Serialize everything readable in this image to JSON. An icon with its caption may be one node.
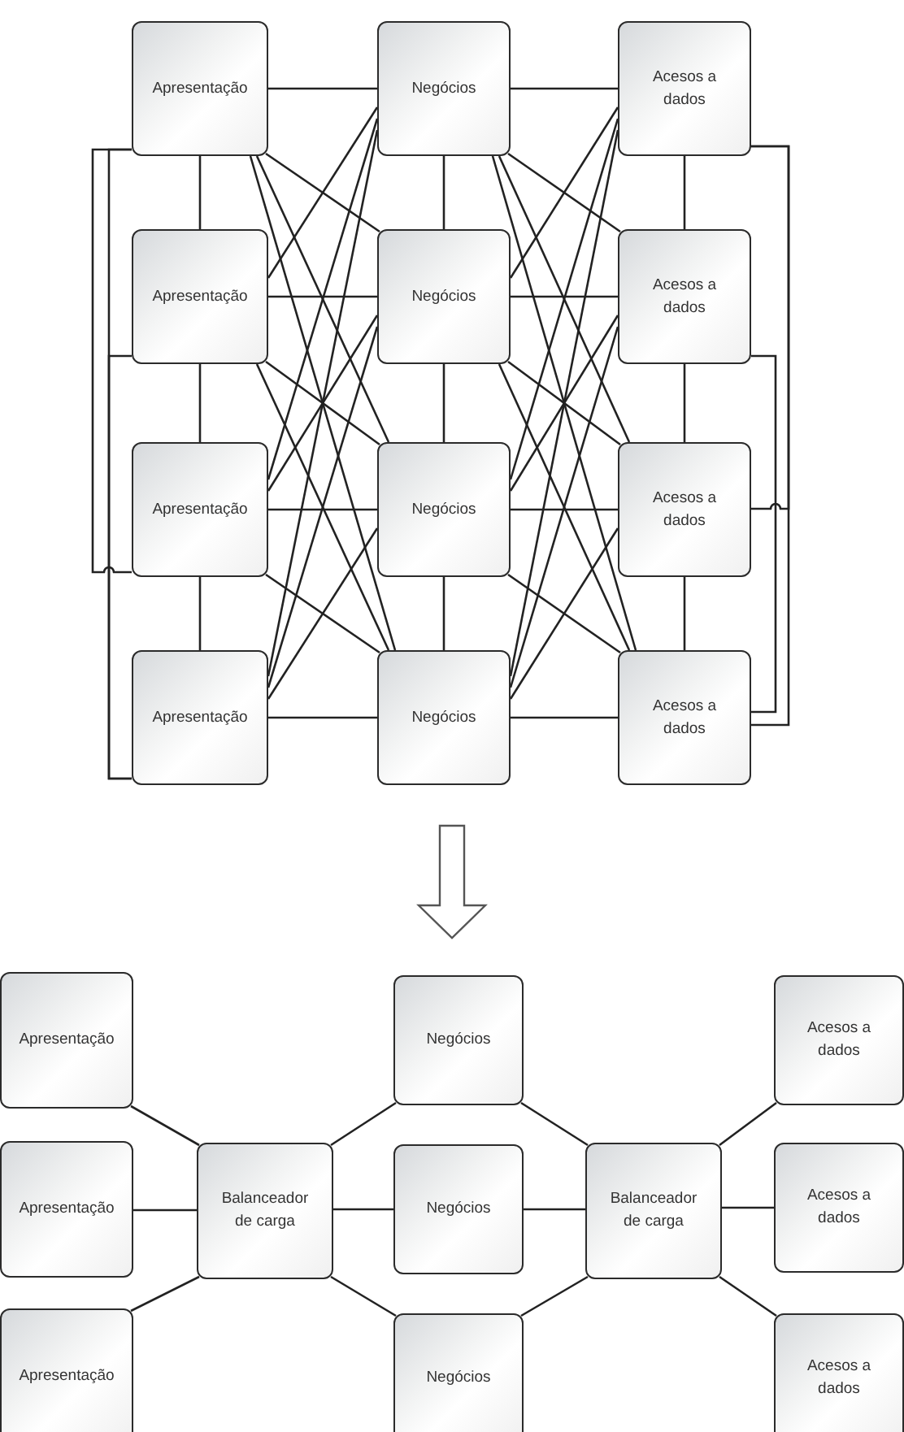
{
  "diagram": {
    "nodes": [
      {
        "text": [
          "Apresentação"
        ]
      },
      {
        "text": [
          "Negócios"
        ]
      },
      {
        "text": [
          "Acesos a dados"
        ]
      },
      {
        "text": [
          "Apresentação"
        ]
      },
      {
        "text": [
          "Negócios"
        ]
      },
      {
        "text": [
          "Acesos a dados"
        ]
      },
      {
        "text": [
          "Apresentação"
        ]
      },
      {
        "text": [
          "Negócios"
        ]
      },
      {
        "text": [
          "Acesos a dados"
        ]
      },
      {
        "text": [
          "Apresentação"
        ]
      },
      {
        "text": [
          "Negócios"
        ]
      },
      {
        "text": [
          "Acesos a dados"
        ]
      },
      {
        "text": [
          "Apresentação"
        ]
      },
      {
        "text": [
          "Negócios"
        ]
      },
      {
        "text": [
          "Acesos a dados"
        ]
      },
      {
        "text": [
          "Apresentação"
        ]
      },
      {
        "text": [
          "Balanceador de carga"
        ]
      },
      {
        "text": [
          "Negócios"
        ]
      },
      {
        "text": [
          "Balanceador de carga"
        ]
      },
      {
        "text": [
          "Acesos a dados"
        ]
      },
      {
        "text": [
          "Apresentação"
        ]
      },
      {
        "text": [
          "Negócios"
        ]
      },
      {
        "text": [
          "Acesos a dados"
        ]
      }
    ],
    "edges": [
      {
        "from": 0,
        "to": 3,
        "arrow": "none"
      },
      {
        "from": 3,
        "to": 6,
        "arrow": "none"
      },
      {
        "from": 6,
        "to": 9,
        "arrow": "none"
      },
      {
        "from": 0,
        "to": 6,
        "arrow": "none"
      },
      {
        "from": 0,
        "to": 9,
        "arrow": "none"
      },
      {
        "from": 3,
        "to": 9,
        "arrow": "none"
      },
      {
        "from": 1,
        "to": 4,
        "arrow": "none"
      },
      {
        "from": 4,
        "to": 7,
        "arrow": "none"
      },
      {
        "from": 7,
        "to": 10,
        "arrow": "none"
      },
      {
        "from": 2,
        "to": 5,
        "arrow": "none"
      },
      {
        "from": 5,
        "to": 8,
        "arrow": "none"
      },
      {
        "from": 8,
        "to": 11,
        "arrow": "none"
      },
      {
        "from": 2,
        "to": 8,
        "arrow": "none"
      },
      {
        "from": 2,
        "to": 11,
        "arrow": "none"
      },
      {
        "from": 5,
        "to": 11,
        "arrow": "none"
      },
      {
        "from": 0,
        "to": 1,
        "arrow": "none"
      },
      {
        "from": 0,
        "to": 4,
        "arrow": "none"
      },
      {
        "from": 0,
        "to": 7,
        "arrow": "none"
      },
      {
        "from": 0,
        "to": 10,
        "arrow": "none"
      },
      {
        "from": 3,
        "to": 1,
        "arrow": "none"
      },
      {
        "from": 3,
        "to": 4,
        "arrow": "none"
      },
      {
        "from": 3,
        "to": 7,
        "arrow": "none"
      },
      {
        "from": 3,
        "to": 10,
        "arrow": "none"
      },
      {
        "from": 6,
        "to": 1,
        "arrow": "none"
      },
      {
        "from": 6,
        "to": 4,
        "arrow": "none"
      },
      {
        "from": 6,
        "to": 7,
        "arrow": "none"
      },
      {
        "from": 6,
        "to": 10,
        "arrow": "none"
      },
      {
        "from": 9,
        "to": 1,
        "arrow": "none"
      },
      {
        "from": 9,
        "to": 4,
        "arrow": "none"
      },
      {
        "from": 9,
        "to": 7,
        "arrow": "none"
      },
      {
        "from": 9,
        "to": 10,
        "arrow": "none"
      },
      {
        "from": 1,
        "to": 2,
        "arrow": "none"
      },
      {
        "from": 1,
        "to": 5,
        "arrow": "none"
      },
      {
        "from": 1,
        "to": 8,
        "arrow": "none"
      },
      {
        "from": 1,
        "to": 11,
        "arrow": "none"
      },
      {
        "from": 4,
        "to": 2,
        "arrow": "none"
      },
      {
        "from": 4,
        "to": 5,
        "arrow": "none"
      },
      {
        "from": 4,
        "to": 8,
        "arrow": "none"
      },
      {
        "from": 4,
        "to": 11,
        "arrow": "none"
      },
      {
        "from": 7,
        "to": 2,
        "arrow": "none"
      },
      {
        "from": 7,
        "to": 5,
        "arrow": "none"
      },
      {
        "from": 7,
        "to": 8,
        "arrow": "none"
      },
      {
        "from": 7,
        "to": 11,
        "arrow": "none"
      },
      {
        "from": 10,
        "to": 2,
        "arrow": "none"
      },
      {
        "from": 10,
        "to": 5,
        "arrow": "none"
      },
      {
        "from": 10,
        "to": 8,
        "arrow": "none"
      },
      {
        "from": 10,
        "to": 11,
        "arrow": "none"
      },
      {
        "from": 12,
        "to": 16,
        "arrow": "none"
      },
      {
        "from": 15,
        "to": 16,
        "arrow": "none"
      },
      {
        "from": 20,
        "to": 16,
        "arrow": "none"
      },
      {
        "from": 16,
        "to": 13,
        "arrow": "none"
      },
      {
        "from": 16,
        "to": 17,
        "arrow": "none"
      },
      {
        "from": 16,
        "to": 21,
        "arrow": "none"
      },
      {
        "from": 13,
        "to": 18,
        "arrow": "none"
      },
      {
        "from": 17,
        "to": 18,
        "arrow": "none"
      },
      {
        "from": 21,
        "to": 18,
        "arrow": "none"
      },
      {
        "from": 18,
        "to": 14,
        "arrow": "none"
      },
      {
        "from": 18,
        "to": 19,
        "arrow": "none"
      },
      {
        "from": 18,
        "to": 22,
        "arrow": "none"
      },
      {
        "from": 10,
        "to": 13,
        "arrow": "to",
        "style": "thick"
      }
    ]
  }
}
